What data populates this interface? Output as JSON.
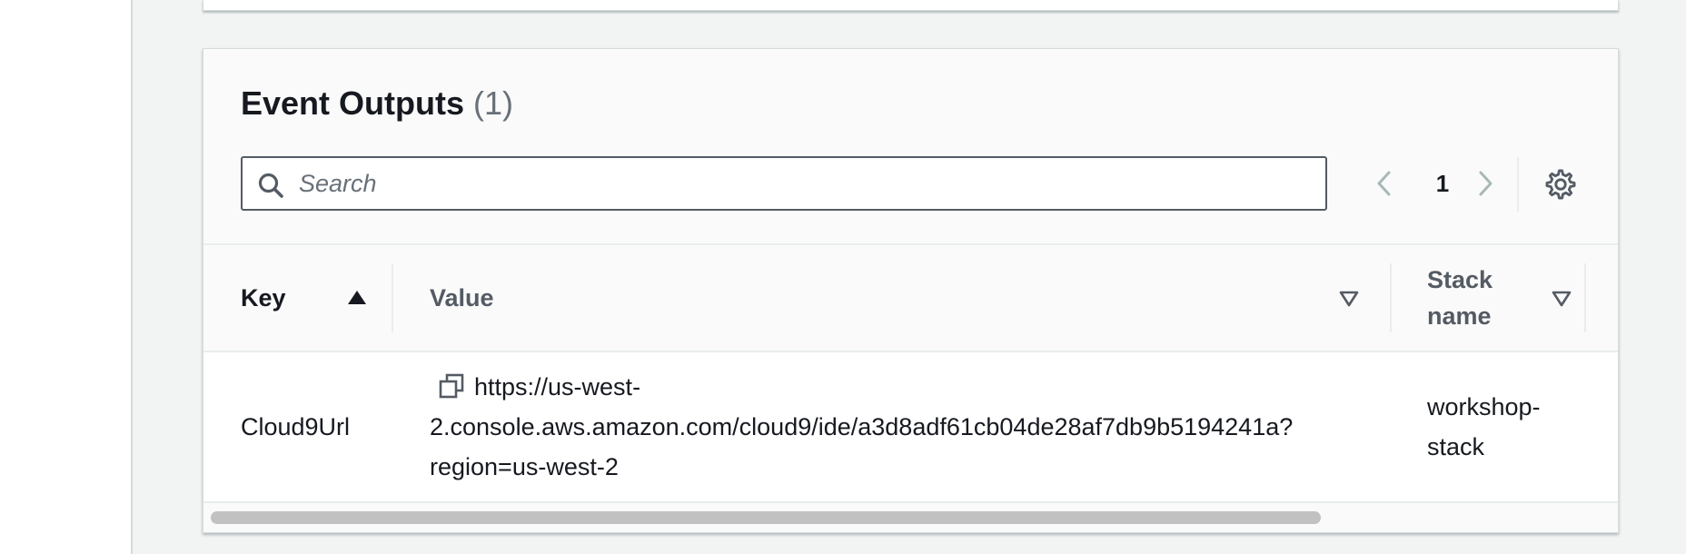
{
  "panel": {
    "title": "Event Outputs",
    "count": "(1)"
  },
  "search": {
    "placeholder": "Search",
    "value": ""
  },
  "pagination": {
    "current_page": "1"
  },
  "icons": {
    "search": "search-icon",
    "prev": "chevron-left-icon",
    "next": "chevron-right-icon",
    "settings": "gear-icon",
    "sort_ascending": "sort-ascending-icon",
    "sort_unsorted": "sort-descending-outline-icon",
    "copy": "copy-icon"
  },
  "table": {
    "columns": [
      {
        "label": "Key",
        "sort": "ascending"
      },
      {
        "label": "Value",
        "sort": "none"
      },
      {
        "label": "Stack name",
        "sort": "none"
      }
    ],
    "rows": [
      {
        "key": "Cloud9Url",
        "value": "https://us-west-2.console.aws.amazon.com/cloud9/ide/a3d8adf61cb04de28af7db9b5194241a?region=us-west-2",
        "stack_name": "workshop-stack"
      }
    ]
  },
  "colors": {
    "page_background": "#f2f3f3",
    "panel_background": "#fafafa",
    "text_primary": "#16191f",
    "text_secondary": "#545b64",
    "pager_disabled": "#aab7b8",
    "scroll_thumb": "#c1c1c1"
  }
}
